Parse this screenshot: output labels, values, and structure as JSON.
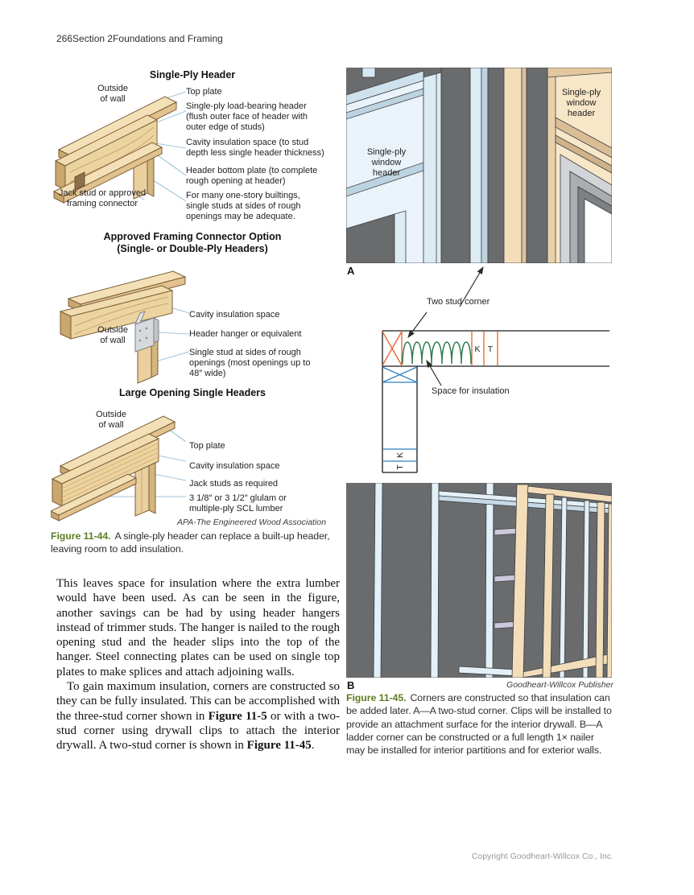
{
  "page": {
    "number": "266",
    "section": "Section 2",
    "chapter": "Foundations and Framing",
    "copyright": "Copyright Goodheart-Willcox Co., Inc."
  },
  "colors": {
    "caption_green": "#5e7d23",
    "insulation_green": "#2d7a4e",
    "stud_orange": "#e8622d",
    "stud_blue": "#2a7fc1",
    "wall_gray": "#696b6d",
    "wood_light": "#f0dcae",
    "wall_pale_blue": "#eaf3f9",
    "wall_tan": "#f7e6c8"
  },
  "figure44": {
    "d1": {
      "title": "Single-Ply Header",
      "outside": "Outside\nof wall",
      "top_plate": "Top plate",
      "header": "Single-ply load-bearing header\n(flush outer face of header with\nouter edge of studs)",
      "cavity": "Cavity insulation space (to stud\ndepth less single header thickness)",
      "bottom_plate": "Header bottom plate (to complete\nrough opening at header)",
      "jack": "Jack stud or approved\nframing connector",
      "note": "For many one-story builtings,\nsingle studs at sides of rough\nopenings may be adequate."
    },
    "d2": {
      "title1": "Approved Framing Connector Option",
      "title2": "(Single- or Double-Ply Headers)",
      "outside": "Outside\nof wall",
      "cavity": "Cavity insulation space",
      "hanger": "Header hanger or equivalent",
      "stud": "Single stud at sides of rough\nopenings (most openings up to\n48″ wide)"
    },
    "d3": {
      "title": "Large Opening Single Headers",
      "outside": "Outside\nof wall",
      "top_plate": "Top plate",
      "cavity": "Cavity insulation space",
      "jack": "Jack studs as required",
      "glulam": "3 1/8″ or 3 1/2″ glulam or\nmultiple-ply SCL lumber"
    },
    "credit": "APA-The Engineered Wood Association",
    "caption_label": "Figure 11-44.",
    "caption_text": "A single-ply header can replace a built-up header, leaving room to add insulation."
  },
  "body": {
    "p1": "This leaves space for insulation where the extra lumber would have been used. As can be seen in the figure, another savings can be had by using header hangers instead of trimmer studs. The hanger is nailed to the rough opening stud and the header slips into the top of the hanger. Steel connecting plates can be used on single top plates to make splices and attach adjoining walls.",
    "p2_pre": "To gain maximum insulation, corners are constructed so they can be fully insulated. This can be accomplished with the three-stud corner shown in ",
    "p2_bold1": "Figure 11-5",
    "p2_mid": " or with a two-stud corner using drywall clips to attach the interior drywall. A two-stud corner is shown in ",
    "p2_bold2": "Figure 11-45",
    "p2_end": "."
  },
  "figure45": {
    "marker_a": "A",
    "marker_b": "B",
    "window_header_left": "Single-ply\nwindow\nheader",
    "window_header_right": "Single-ply\nwindow\nheader",
    "two_stud_corner": "Two stud corner",
    "space_for_insulation": "Space for insulation",
    "k": "K",
    "t": "T",
    "credit": "Goodheart-Willcox Publisher",
    "caption_label": "Figure 11-45.",
    "caption_text": "Corners are constructed so that insulation can be added later. A—A two-stud corner. Clips will be installed to provide an attachment surface for the interior drywall. B—A ladder corner can be constructed or a full length 1× nailer may be installed for interior partitions and for exterior walls."
  }
}
